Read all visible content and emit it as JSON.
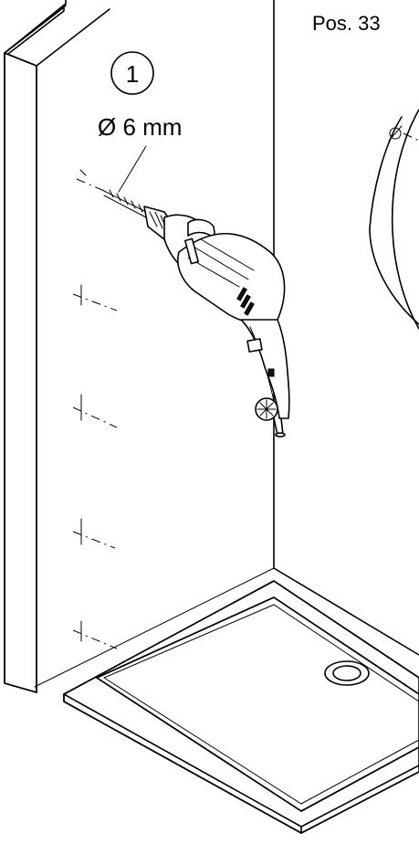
{
  "labels": {
    "position": "Pos. 33",
    "step_number": "1",
    "drill_diameter": "Ø 6 mm"
  },
  "icons": {
    "drill": "power-drill-icon",
    "drill_bit": "drill-bit-icon"
  },
  "colors": {
    "line": "#000000",
    "background": "#ffffff"
  }
}
